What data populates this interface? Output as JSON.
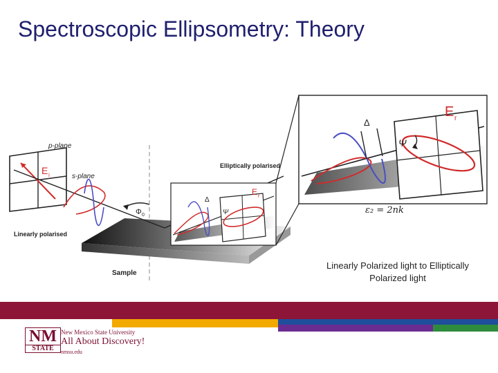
{
  "slide": {
    "title": "Spectroscopic Ellipsometry: Theory",
    "caption_line1": "Linearly Polarized light to Elliptically",
    "caption_line2": "Polarized light"
  },
  "diagram": {
    "labels": {
      "p_plane": "p-plane",
      "s_plane": "s-plane",
      "e_i": "E",
      "e_i_sub": "i",
      "linearly": "Linearly polarised",
      "elliptically": "Elliptically polarised",
      "phi": "Φ",
      "phi_sub": "0",
      "sample": "Sample",
      "delta": "Δ",
      "psi": "Ψ",
      "e_r": "E",
      "e_r_sub": "r",
      "equation": "ε₂ = 2nk"
    }
  },
  "footer": {
    "colors": {
      "maroon": "#8c1538",
      "gold": "#f2a900",
      "blue": "#1f4e9c",
      "purple": "#6b2c91",
      "green": "#2e8b3e"
    },
    "logo_mark_top": "NM",
    "logo_mark_bottom": "STATE",
    "university": "New Mexico State University",
    "tagline": "All About Discovery!",
    "url": "nmsu.edu"
  }
}
